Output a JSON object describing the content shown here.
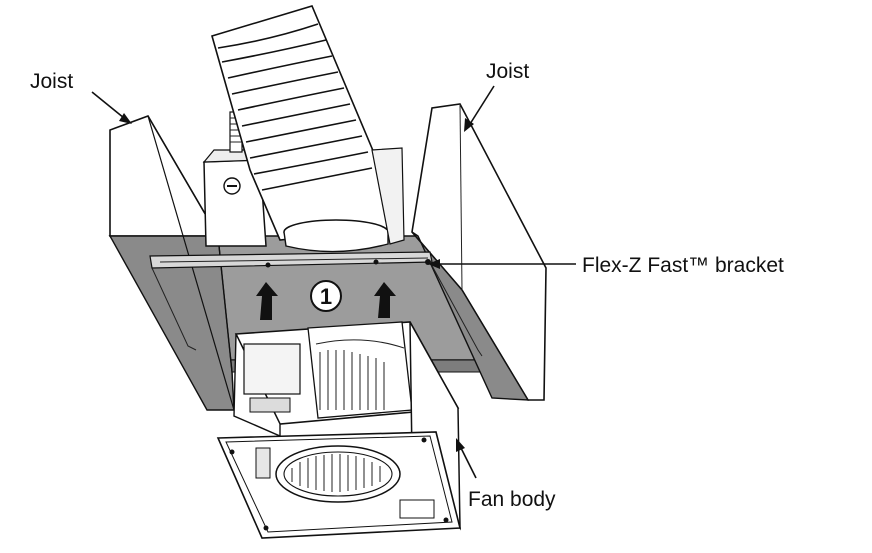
{
  "labels": {
    "joist_left": "Joist",
    "joist_right": "Joist",
    "bracket": "Flex-Z Fast™ bracket",
    "fan_body": "Fan body",
    "step_number": "1"
  },
  "icons": [
    "up-arrow-icon",
    "minus-circle-icon",
    "step-one-badge-icon"
  ],
  "colors": {
    "line": "#111111",
    "shadow": "#8a8a8a",
    "light_fill": "#ffffff"
  }
}
